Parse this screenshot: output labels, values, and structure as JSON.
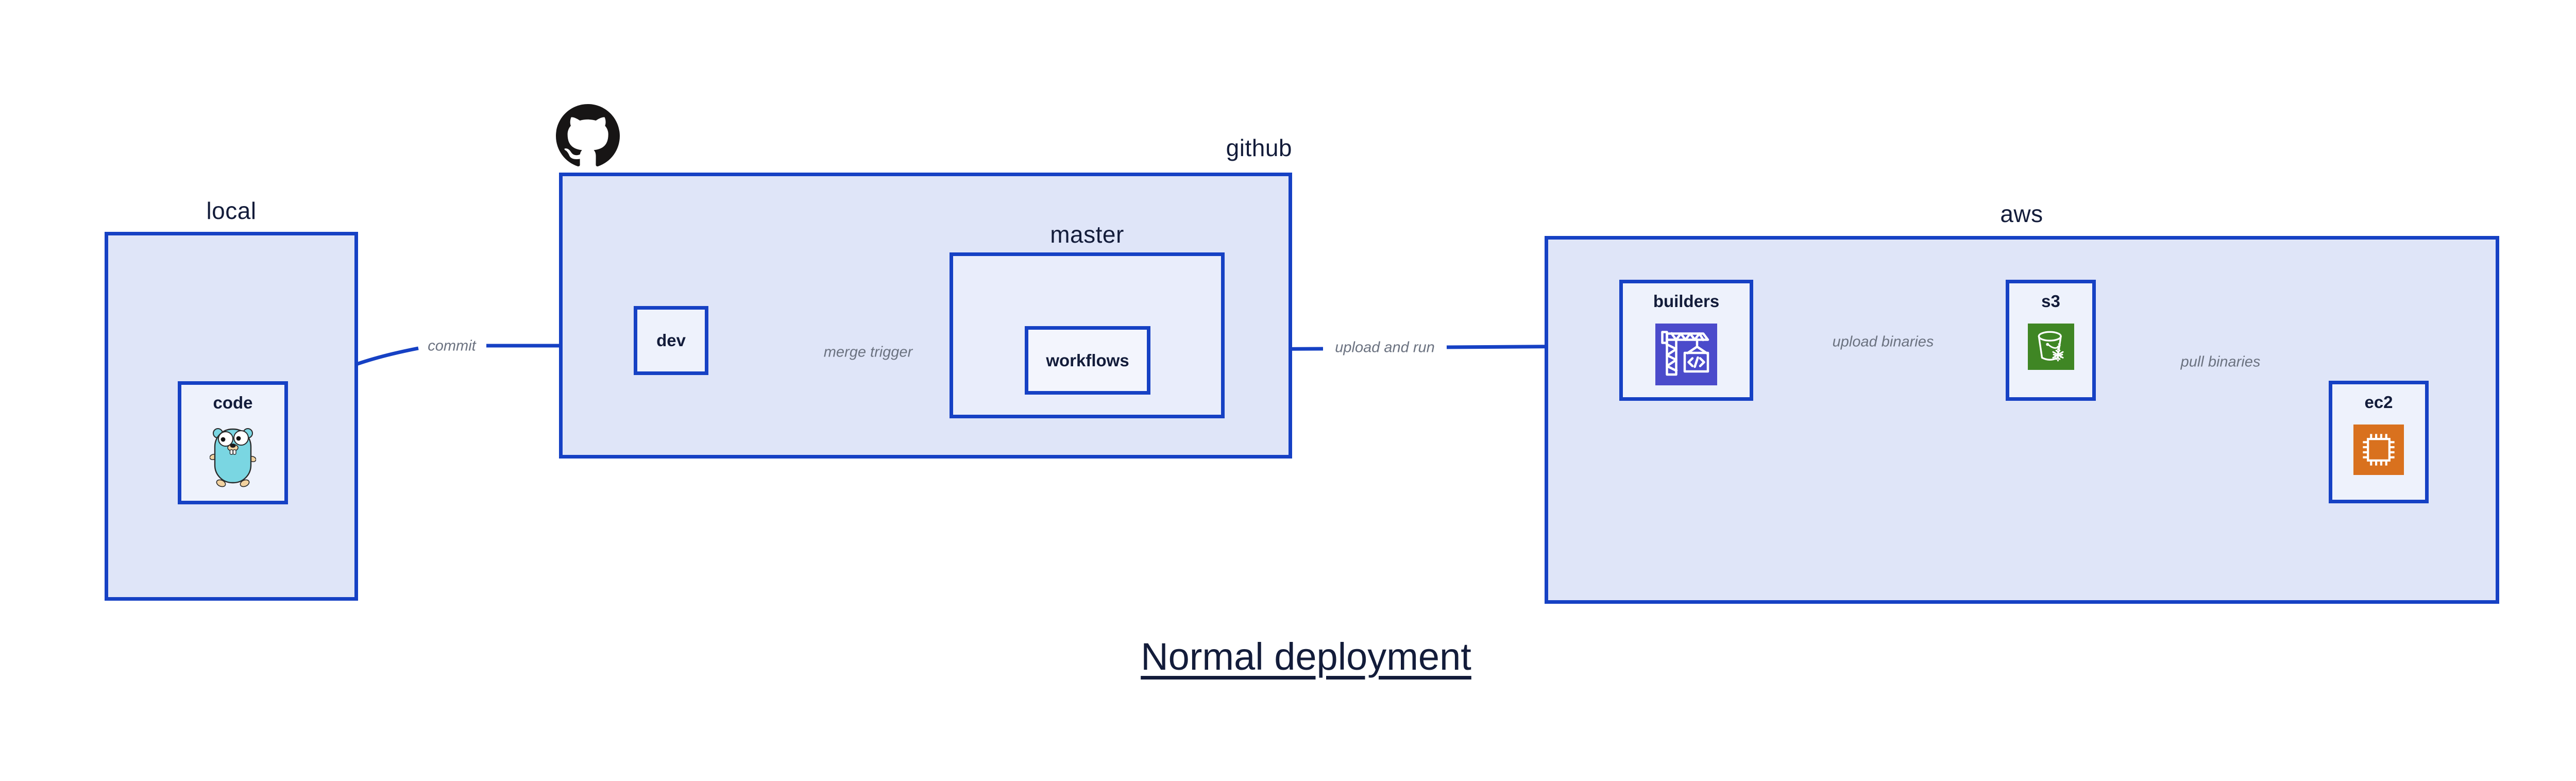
{
  "title": "Normal deployment",
  "colors": {
    "edge_blue": "#1641c4",
    "container_fill": "#dfe5f8",
    "master_fill": "#e9edfb",
    "node_fill": "#eef2fc",
    "workflows_fill": "#f3f5fd",
    "label_navy": "#131c3a",
    "edge_label_gray": "#6b7280",
    "codebuild_bg": "#4b4bcb",
    "s3_bg": "#3f8624",
    "ec2_bg": "#d9711e",
    "github_black": "#171515",
    "gopher_teal": "#7ad6e2",
    "gopher_tan": "#f2d2a0"
  },
  "containers": {
    "local": {
      "label": "local"
    },
    "github": {
      "label": "github"
    },
    "master": {
      "label": "master"
    },
    "aws": {
      "label": "aws"
    }
  },
  "nodes": {
    "code": {
      "label": "code",
      "icon": "go-gopher"
    },
    "dev": {
      "label": "dev"
    },
    "workflows": {
      "label": "workflows"
    },
    "builders": {
      "label": "builders",
      "icon": "aws-codebuild"
    },
    "s3": {
      "label": "s3",
      "icon": "aws-s3-glacier-bucket"
    },
    "ec2": {
      "label": "ec2",
      "icon": "aws-ec2-chip"
    }
  },
  "edges": [
    {
      "from": "code",
      "to": "dev",
      "label": "commit"
    },
    {
      "from": "dev",
      "to": "workflows",
      "label": "merge trigger"
    },
    {
      "from": "workflows",
      "to": "builders",
      "label": "upload and run"
    },
    {
      "from": "builders",
      "to": "s3",
      "label": "upload binaries"
    },
    {
      "from": "s3",
      "to": "ec2",
      "label": "pull binaries"
    }
  ]
}
